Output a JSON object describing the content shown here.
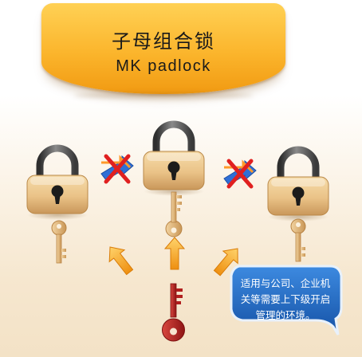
{
  "banner": {
    "title": "子母组合锁",
    "subtitle": "MK padlock"
  },
  "note": {
    "text": "适用与公司、企业机关等需要上下级开启管理的环境。"
  },
  "colors": {
    "banner_gold": "#fbb52c",
    "lock_body": "#ecc98c",
    "shackle": "#4a4a4a",
    "child_key": "#e0b878",
    "master_key": "#b11f1f",
    "arrow_orange": "#f5a623",
    "blocked_arrow_blue": "#2f6fd6",
    "blocked_x_red": "#e02020",
    "bubble_blue": "#1f66c0"
  },
  "icons": [
    "padlock-icon",
    "key-icon",
    "master-key-icon",
    "blocked-arrow-icon",
    "up-arrow-icon"
  ]
}
